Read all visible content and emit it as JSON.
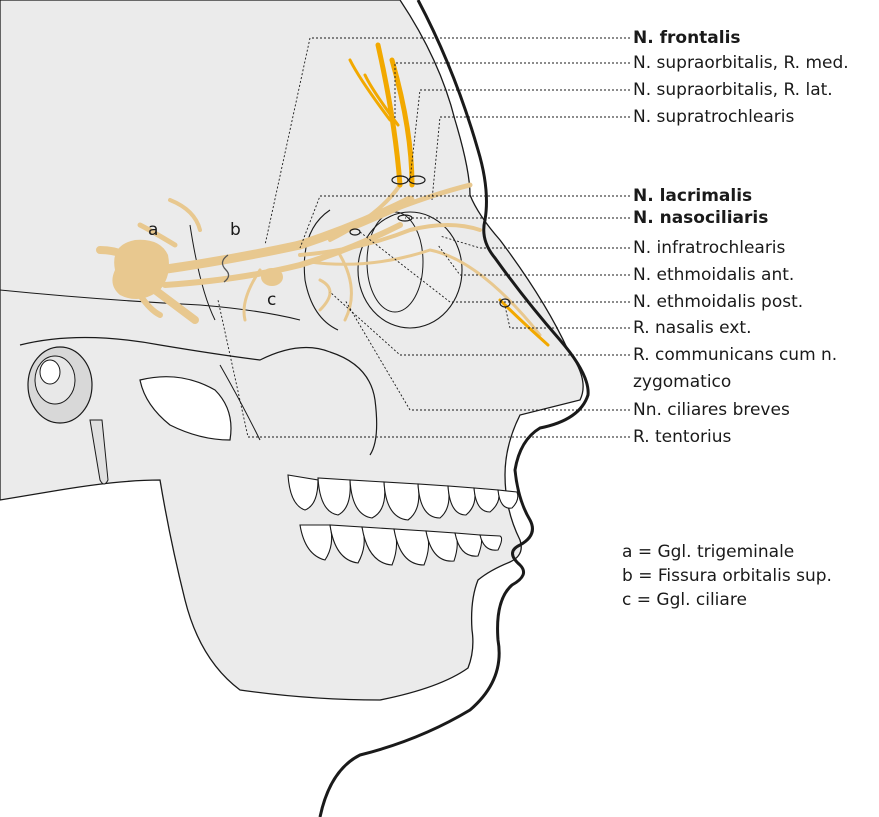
{
  "labels": [
    {
      "id": "n-frontalis",
      "text": "N. frontalis",
      "bold": true
    },
    {
      "id": "n-supraorbitalis-med",
      "text": "N. supraorbitalis, R. med.",
      "bold": false
    },
    {
      "id": "n-supraorbitalis-lat",
      "text": "N. supraorbitalis, R. lat.",
      "bold": false
    },
    {
      "id": "n-supratrochlearis",
      "text": "N. supratrochlearis",
      "bold": false
    },
    {
      "id": "n-lacrimalis",
      "text": "N. lacrimalis",
      "bold": true
    },
    {
      "id": "n-nasociliaris",
      "text": "N. nasociliaris",
      "bold": true
    },
    {
      "id": "n-infratrochlearis",
      "text": "N. infratrochlearis",
      "bold": false
    },
    {
      "id": "n-ethmoidalis-ant",
      "text": "N. ethmoidalis ant.",
      "bold": false
    },
    {
      "id": "n-ethmoidalis-post",
      "text": "N. ethmoidalis post.",
      "bold": false
    },
    {
      "id": "r-nasalis-ext",
      "text": "R. nasalis ext.",
      "bold": false
    },
    {
      "id": "r-communicans-1",
      "text": "R. communicans cum n.",
      "bold": false
    },
    {
      "id": "r-communicans-2",
      "text": "zygomatico",
      "bold": false
    },
    {
      "id": "nn-ciliares-breves",
      "text": "Nn. ciliares breves",
      "bold": false
    },
    {
      "id": "r-tentorius",
      "text": "R. tentorius",
      "bold": false
    }
  ],
  "letters": {
    "a": "a",
    "b": "b",
    "c": "c"
  },
  "legend": [
    "a = Ggl. trigeminale",
    "b = Fissura orbitalis sup.",
    "c = Ggl. ciliare"
  ],
  "colors": {
    "nerve": "#e8c88f",
    "nerve_bright": "#f2a900",
    "bone": "#ebebeb",
    "outline": "#1a1a1a"
  }
}
